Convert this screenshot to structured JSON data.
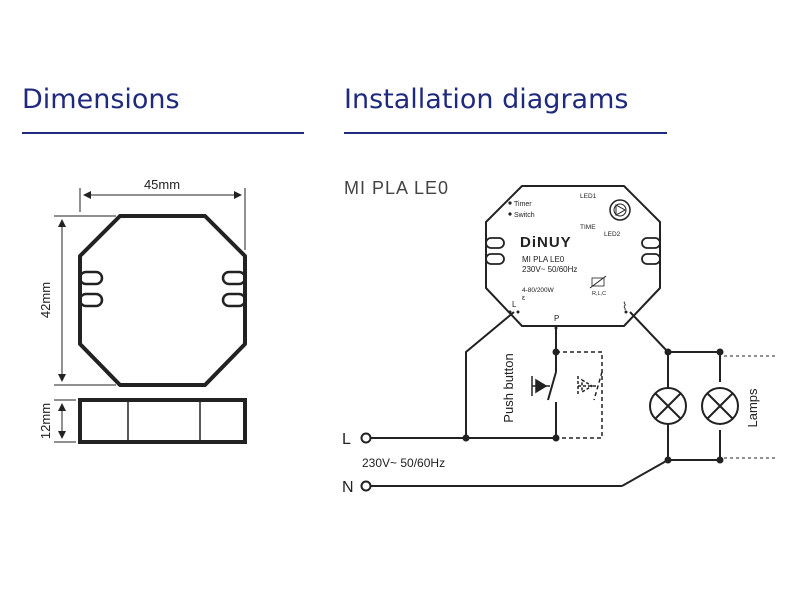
{
  "sections": {
    "dimensions": {
      "title": "Dimensions"
    },
    "installation": {
      "title": "Installation diagrams"
    }
  },
  "dimensions": {
    "width_label": "45mm",
    "height_label": "42mm",
    "depth_label": "12mm"
  },
  "device": {
    "model_heading": "MI PLA LE0",
    "brand": "DiNUY",
    "model": "MI PLA LE0",
    "rating": "230V~ 50/60Hz",
    "power": "4-80/200W",
    "epsilon": "ε",
    "load_type": "R,L,C",
    "timer_label": "Timer",
    "switch_label": "Switch",
    "led1_label": "LED1",
    "led2_label": "LED2",
    "time_label": "TIME",
    "terminal_l": "L",
    "terminal_p": "P"
  },
  "wiring": {
    "line_label": "L",
    "neutral_label": "N",
    "supply_label": "230V~ 50/60Hz",
    "push_button_label": "Push button",
    "lamps_label": "Lamps"
  },
  "colors": {
    "heading": "#1f2a7c",
    "line": "#222222"
  }
}
